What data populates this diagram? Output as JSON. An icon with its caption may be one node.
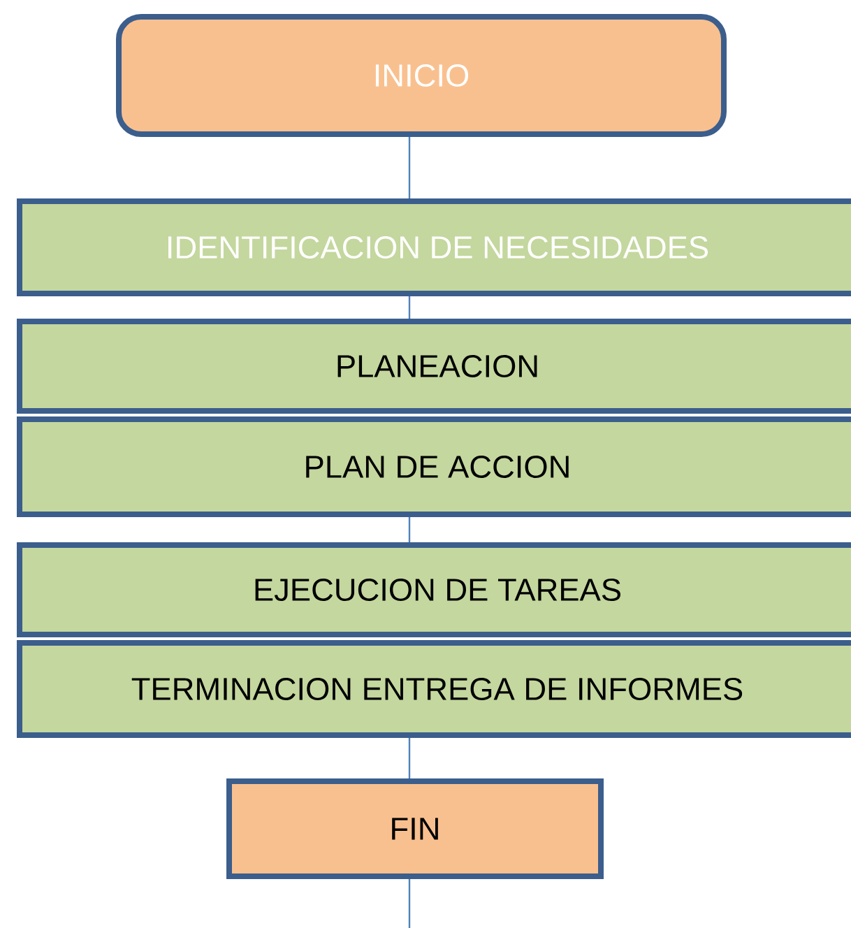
{
  "diagram": {
    "nodes": [
      {
        "text": [
          "INICIO"
        ]
      },
      {
        "text": [
          "IDENTIFICACION DE NECESIDADES"
        ]
      },
      {
        "text": [
          "PLANEACION"
        ]
      },
      {
        "text": [
          "PLAN DE ACCION"
        ]
      },
      {
        "text": [
          "EJECUCION DE TAREAS"
        ]
      },
      {
        "text": [
          "TERMINACION ENTREGA DE INFORMES"
        ]
      },
      {
        "text": [
          "FIN"
        ]
      }
    ],
    "edges": [
      {
        "from": 0,
        "to": 1,
        "arrow": "none"
      },
      {
        "from": 1,
        "to": 2,
        "arrow": "none"
      },
      {
        "from": 3,
        "to": 4,
        "arrow": "none"
      },
      {
        "from": 5,
        "to": 6,
        "arrow": "none"
      },
      {
        "from": 6,
        "to": null,
        "arrow": "none"
      }
    ]
  }
}
